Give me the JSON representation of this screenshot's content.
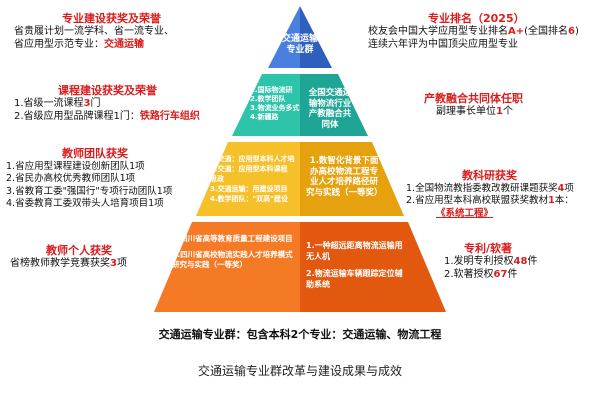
{
  "apex": {
    "title": "交通运输专业群"
  },
  "layer2": {
    "left_items": [
      "1.国际物流研",
      "2.教学团队",
      "3.物流业务多式",
      "4.新疆路"
    ],
    "right_text": "全国交通运输物流行业产教融合共同体"
  },
  "layer3": {
    "left_items": [
      "1.交通：应用型本科人才培",
      "2.交通：应用型本科课程 思政",
      "3.交通运输：用建设项目",
      "4.教学团队：\"双高\"建设"
    ],
    "right_text": "1.数智化背景下面办高校物流工程专业人才培养路径研究与实践（一等奖）"
  },
  "layer4": {
    "left_items": [
      "1.四川省高等教育质量工程建设项目",
      "2.四川省高校物流实践人才培养模式研究与实践（一等奖）"
    ],
    "right_items": [
      "1.一种超远距离物流运输用无人机",
      "2.物流运输车辆跟踪定位辅助系统"
    ]
  },
  "annotations": {
    "top_left": {
      "heading": "专业建设获奖及荣誉",
      "lines": [
        "省贵履计划一流学科、省一流专业、",
        "省应用型示范专业："
      ],
      "highlight": "交通运输"
    },
    "mid_left": {
      "heading": "课程建设获奖及荣誉",
      "line1_prefix": "1.省级一流课程",
      "line1_num": "3",
      "line1_suffix": "门",
      "line2_prefix": "2.省级应用型品牌课程1门：",
      "line2_highlight": "铁路行车组织"
    },
    "team_left": {
      "heading": "教师团队获奖",
      "lines": [
        "1.省应用型课程建设创新团队1项",
        "2.省民办高校优秀教师团队1项",
        "3.省教育工委\"强国行\"专项行动团队1项",
        "4.省委教育工委双带头人培育项目1项"
      ]
    },
    "personal_left": {
      "heading": "教师个人获奖",
      "line_prefix": "省榜教师教学竞赛获奖",
      "line_num": "3",
      "line_suffix": "项"
    },
    "top_right": {
      "heading": "专业排名（2025）",
      "line1_prefix": "校友会中国大学应用型专业排名",
      "line1_highlight": "A+",
      "line1_suffix": "(全国排名",
      "line1_num": "6",
      "line1_end": ")",
      "line2": "连续六年评为中国顶尖应用型专业"
    },
    "industry_right": {
      "heading": "产教融合共同体任职",
      "line_prefix": "副理事长单位",
      "line_num": "1",
      "line_suffix": "个"
    },
    "research_right": {
      "heading": "教科研获奖",
      "line1_prefix": "1.全国物流教指委教改教研课题获奖",
      "line1_num": "4",
      "line1_suffix": "项",
      "line2_prefix": "2.省应用型本科高校联盟获奖教材",
      "line2_num": "1",
      "line2_suffix": "本：",
      "line3_highlight": "《系统工程》"
    },
    "patent_right": {
      "heading": "专利/软著",
      "line1_prefix": "1.发明专利授权",
      "line1_num": "48",
      "line1_suffix": "件",
      "line2_prefix": "2.软著授权",
      "line2_num": "67",
      "line2_suffix": "件"
    }
  },
  "footer": {
    "summary": "交通运输专业群：包含本科2个专业：交通运输、物流工程",
    "caption": "交通运输专业群改革与建设成果与成效"
  },
  "colors": {
    "apex": "#3d6fd1",
    "layer2": "#26b8a6",
    "layer3": "#f0b417",
    "layer4": "#ee6a1b",
    "highlight": "#d91d1d"
  }
}
